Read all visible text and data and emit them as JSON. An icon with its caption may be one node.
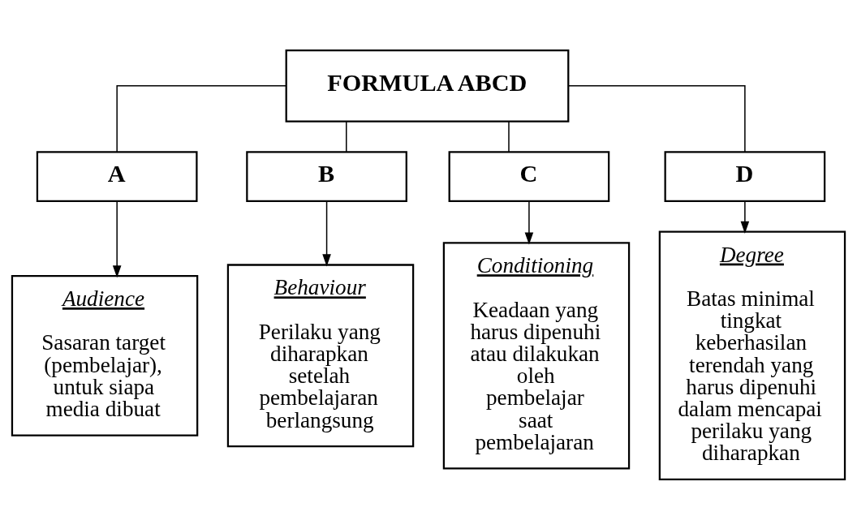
{
  "diagram": {
    "nodes": [
      {
        "text": [
          "FORMULA ABCD"
        ]
      },
      {
        "text": [
          "A"
        ]
      },
      {
        "text": [
          "B"
        ]
      },
      {
        "text": [
          "C"
        ]
      },
      {
        "text": [
          "D"
        ]
      },
      {
        "text": [
          "Audience",
          "Sasaran target (pembelajar), untuk siapa media dibuat"
        ]
      },
      {
        "text": [
          "Behaviour",
          "Perilaku yang diharapkan setelah pembelajaran berlangsung"
        ]
      },
      {
        "text": [
          "Conditioning",
          "Keadaan yang harus dipenuhi atau dilakukan oleh pembelajar saat pembelajaran"
        ]
      },
      {
        "text": [
          "Degree",
          "Batas minimal tingkat keberhasilan terendah yang harus dipenuhi dalam mencapai perilaku yang diharapkan"
        ]
      }
    ],
    "edges": [
      {
        "from": 0,
        "to": 1,
        "arrow": "none"
      },
      {
        "from": 0,
        "to": 2,
        "arrow": "none"
      },
      {
        "from": 0,
        "to": 3,
        "arrow": "none"
      },
      {
        "from": 0,
        "to": 4,
        "arrow": "none"
      },
      {
        "from": 1,
        "to": 5,
        "arrow": "to"
      },
      {
        "from": 2,
        "to": 6,
        "arrow": "to"
      },
      {
        "from": 3,
        "to": 7,
        "arrow": "to"
      },
      {
        "from": 4,
        "to": 8,
        "arrow": "to"
      }
    ]
  }
}
